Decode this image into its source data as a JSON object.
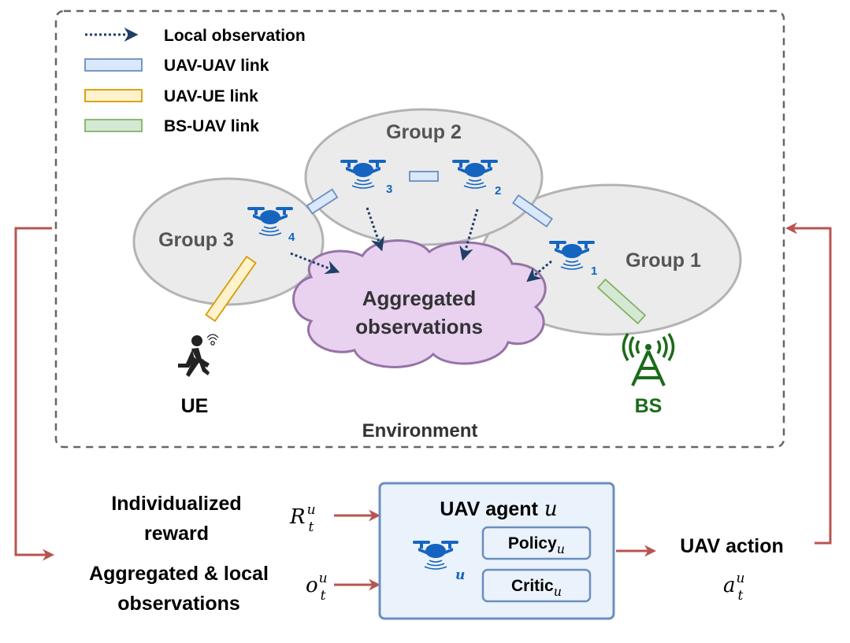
{
  "legend": {
    "local_observation": "Local observation",
    "uav_uav_link": "UAV-UAV link",
    "uav_ue_link": "UAV-UE link",
    "bs_uav_link": "BS-UAV link"
  },
  "groups": {
    "group1": "Group 1",
    "group2": "Group 2",
    "group3": "Group 3"
  },
  "uav_numbers": {
    "uav1": "1",
    "uav2": "2",
    "uav3": "3",
    "uav4": "4",
    "uav_u": "u"
  },
  "cloud": {
    "line1": "Aggregated",
    "line2": "observations"
  },
  "ue_label": "UE",
  "bs_label": "BS",
  "environment_label": "Environment",
  "agent": {
    "title": "UAV agent",
    "title_var": "u",
    "policy": "Policy",
    "critic": "Critic",
    "sub": "u"
  },
  "inputs": {
    "reward_line1": "Individualized",
    "reward_line2": "reward",
    "obs_line1": "Aggregated & local",
    "obs_line2": "observations",
    "reward_symbol": "R",
    "obs_symbol": "o",
    "sup": "u",
    "sub": "t"
  },
  "output": {
    "label": "UAV action",
    "symbol": "a",
    "sup": "u",
    "sub": "t"
  },
  "colors": {
    "uav_blue": "#1565c0",
    "arrow_red": "#b85450",
    "bs_green": "#1b6b1b",
    "ellipse_fill": "#ebebeb",
    "ellipse_stroke": "#b3b3b3",
    "cloud_fill": "#e8d2f0",
    "cloud_stroke": "#9673a6",
    "agent_fill": "#eaf2fb",
    "agent_stroke": "#6c8ebf",
    "dark_arrow": "#1f3f66"
  }
}
